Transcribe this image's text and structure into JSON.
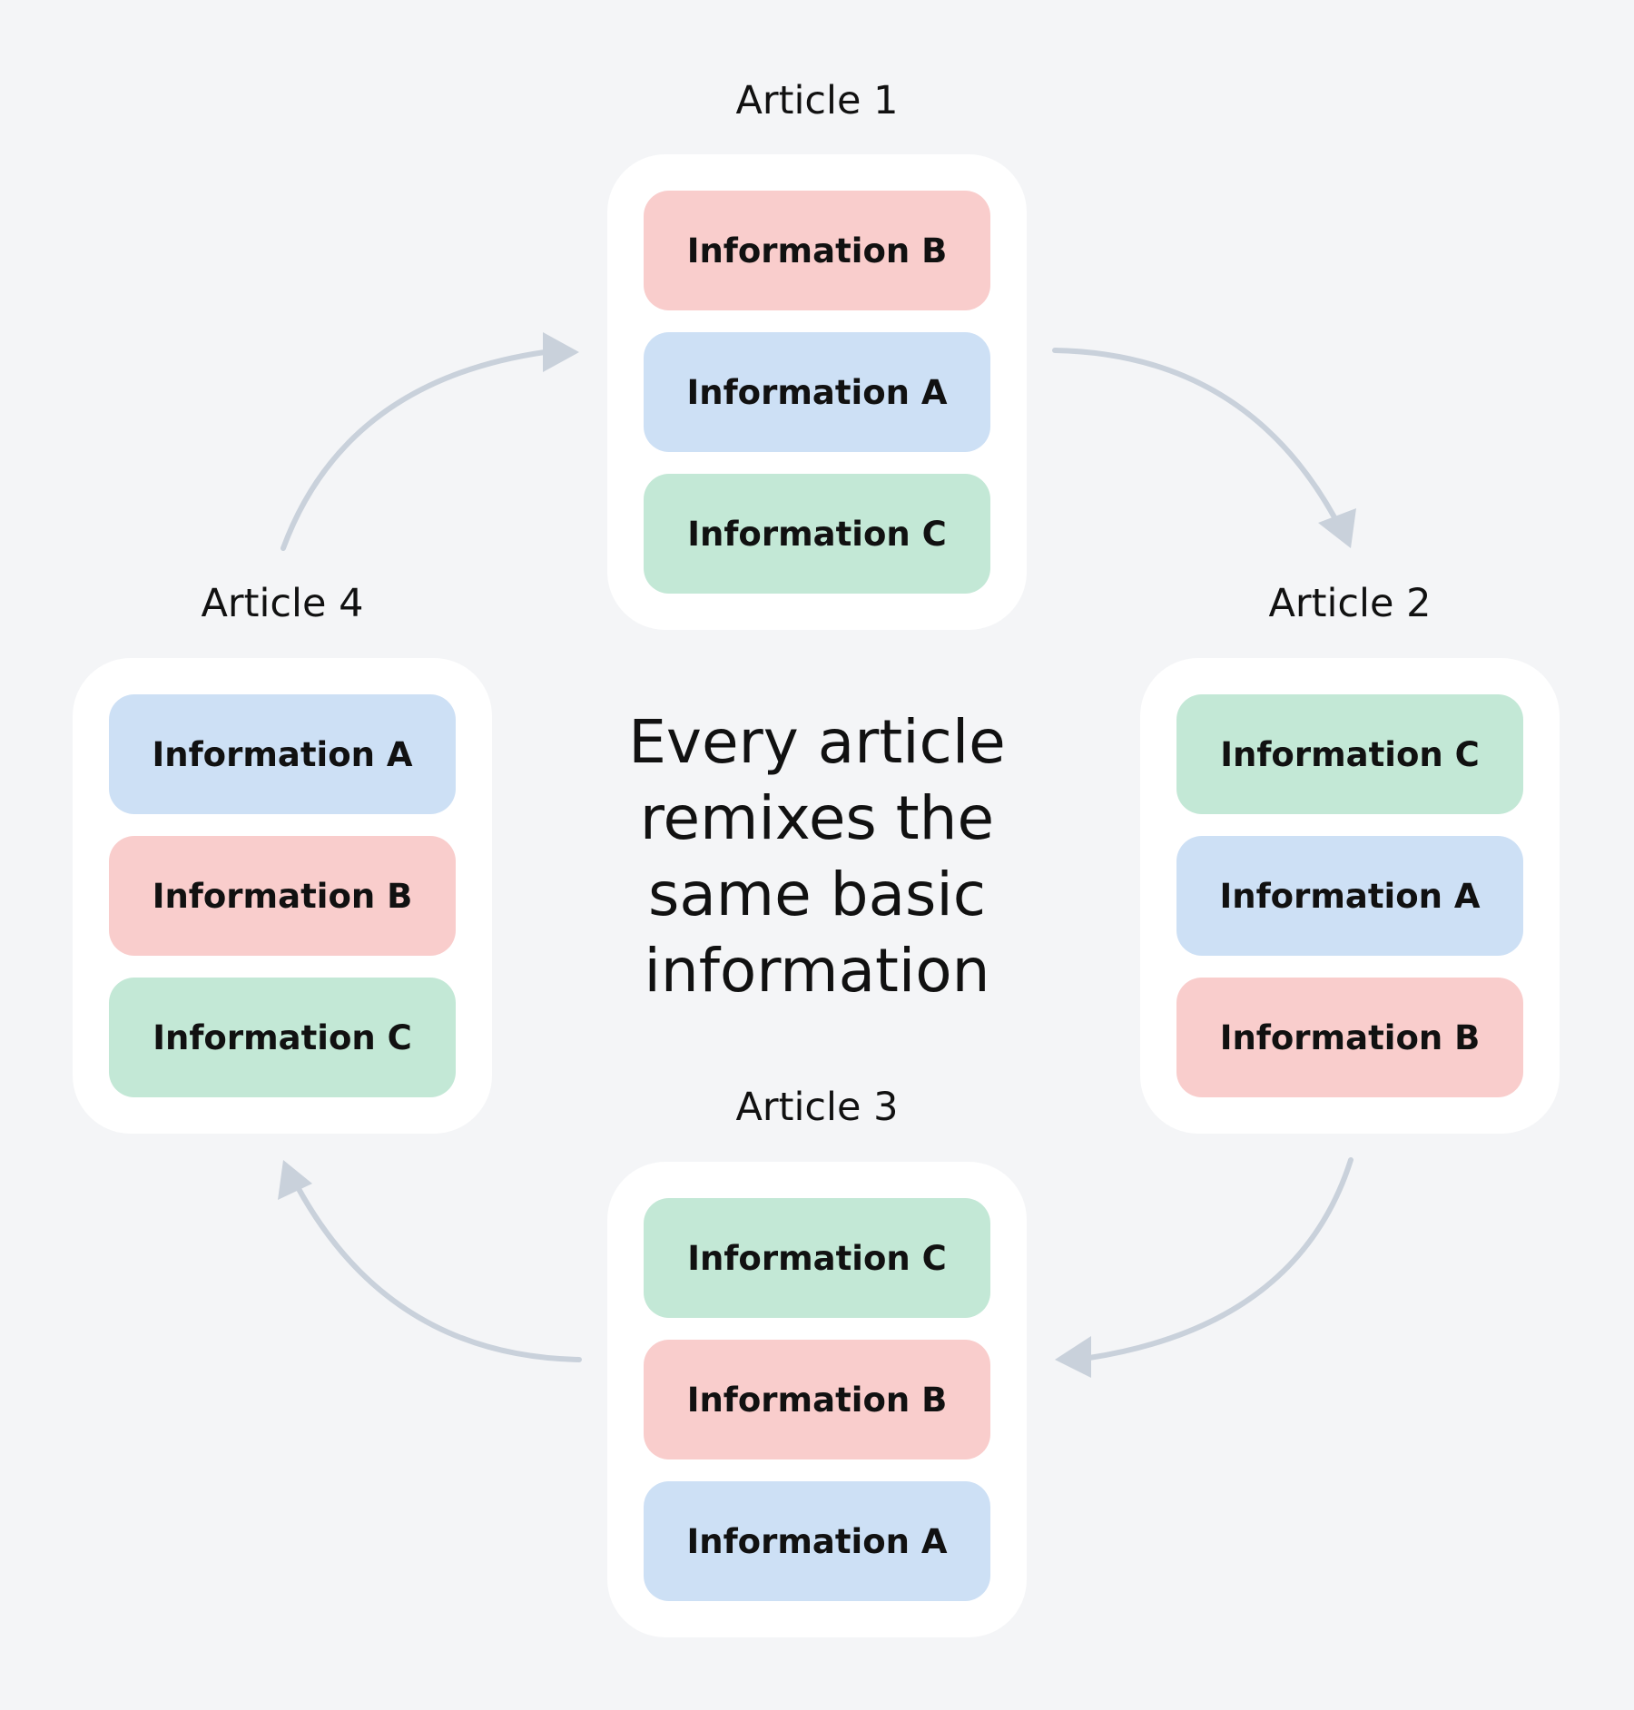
{
  "center_caption_lines": [
    "Every article",
    "remixes the",
    "same basic",
    "information"
  ],
  "colors": {
    "background": "#f4f5f7",
    "card": "#ffffff",
    "information_a": "#cde0f5",
    "information_b": "#f9cdcc",
    "information_c": "#c3e8d6",
    "arrow": "#c9d1db"
  },
  "articles": [
    {
      "title": "Article 1",
      "blocks": [
        {
          "label": "Information B",
          "kind": "b"
        },
        {
          "label": "Information A",
          "kind": "a"
        },
        {
          "label": "Information C",
          "kind": "c"
        }
      ]
    },
    {
      "title": "Article 2",
      "blocks": [
        {
          "label": "Information C",
          "kind": "c"
        },
        {
          "label": "Information A",
          "kind": "a"
        },
        {
          "label": "Information B",
          "kind": "b"
        }
      ]
    },
    {
      "title": "Article 3",
      "blocks": [
        {
          "label": "Information C",
          "kind": "c"
        },
        {
          "label": "Information B",
          "kind": "b"
        },
        {
          "label": "Information A",
          "kind": "a"
        }
      ]
    },
    {
      "title": "Article 4",
      "blocks": [
        {
          "label": "Information A",
          "kind": "a"
        },
        {
          "label": "Information B",
          "kind": "b"
        },
        {
          "label": "Information C",
          "kind": "c"
        }
      ]
    }
  ]
}
